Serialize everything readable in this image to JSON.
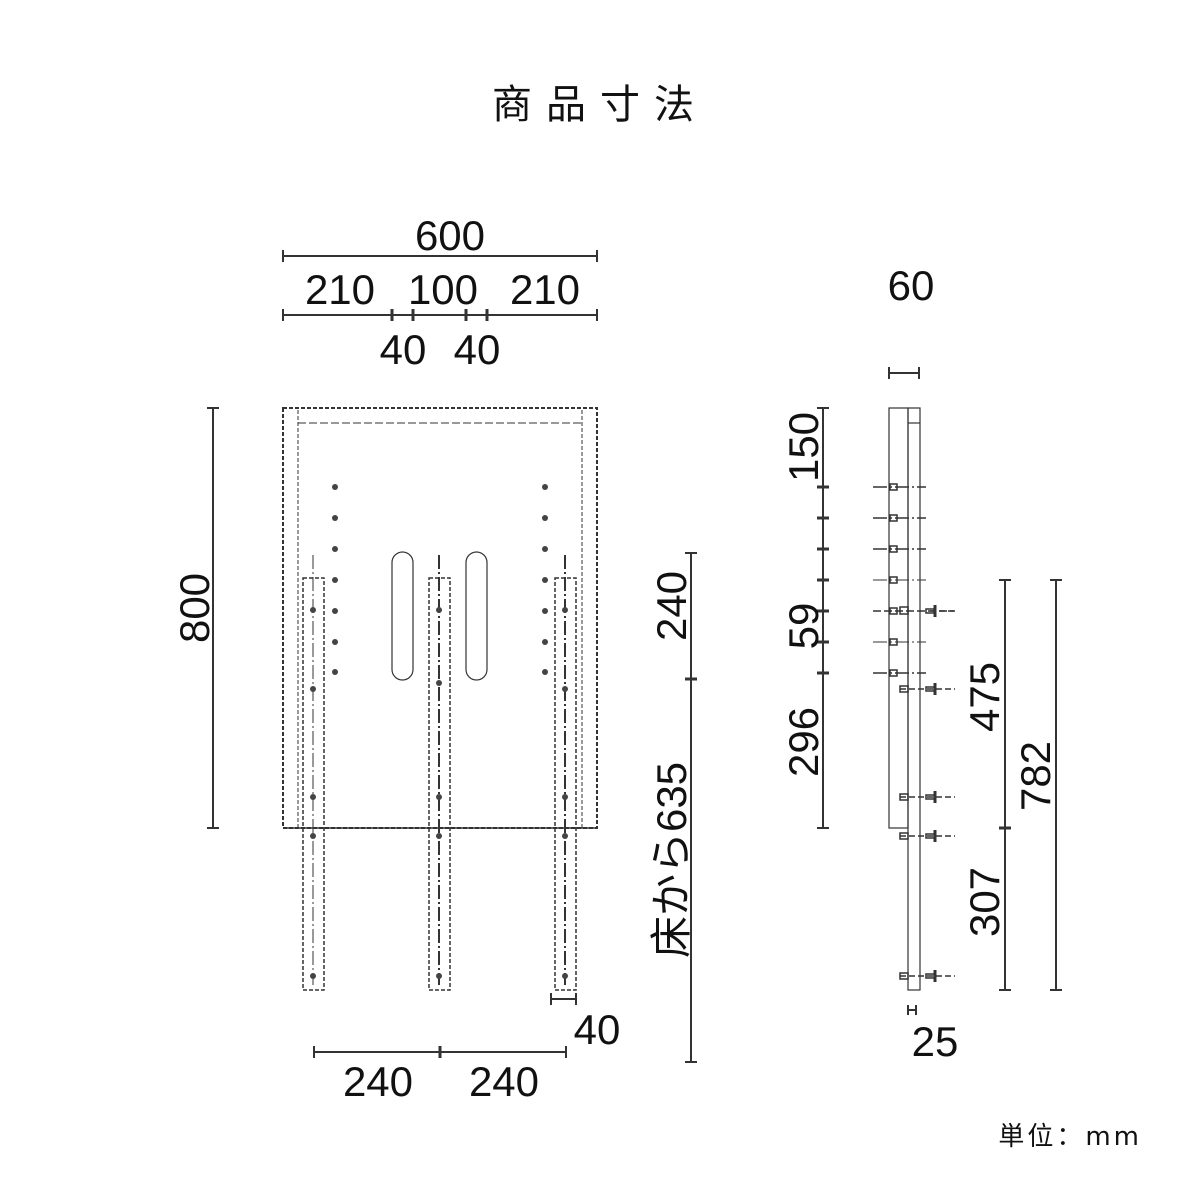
{
  "title": "商品寸法",
  "unit_label": "単位：mm",
  "front_view": {
    "width_total": "600",
    "width_segments": [
      "210",
      "100",
      "210"
    ],
    "rail_gaps": [
      "40",
      "40"
    ],
    "height_total": "800",
    "leg_spacing": [
      "240",
      "240"
    ],
    "leg_width": "40",
    "upper_offset": "240",
    "floor_height": "床から635"
  },
  "side_view": {
    "depth_total": "60",
    "top_offset": "150",
    "hole_pitch": "59",
    "lower_panel": "296",
    "mount_span_upper": "475",
    "mount_span_lower": "307",
    "mount_total": "782",
    "leg_depth": "25"
  },
  "colors": {
    "line": "#333333",
    "text": "#111111",
    "background": "#ffffff"
  }
}
